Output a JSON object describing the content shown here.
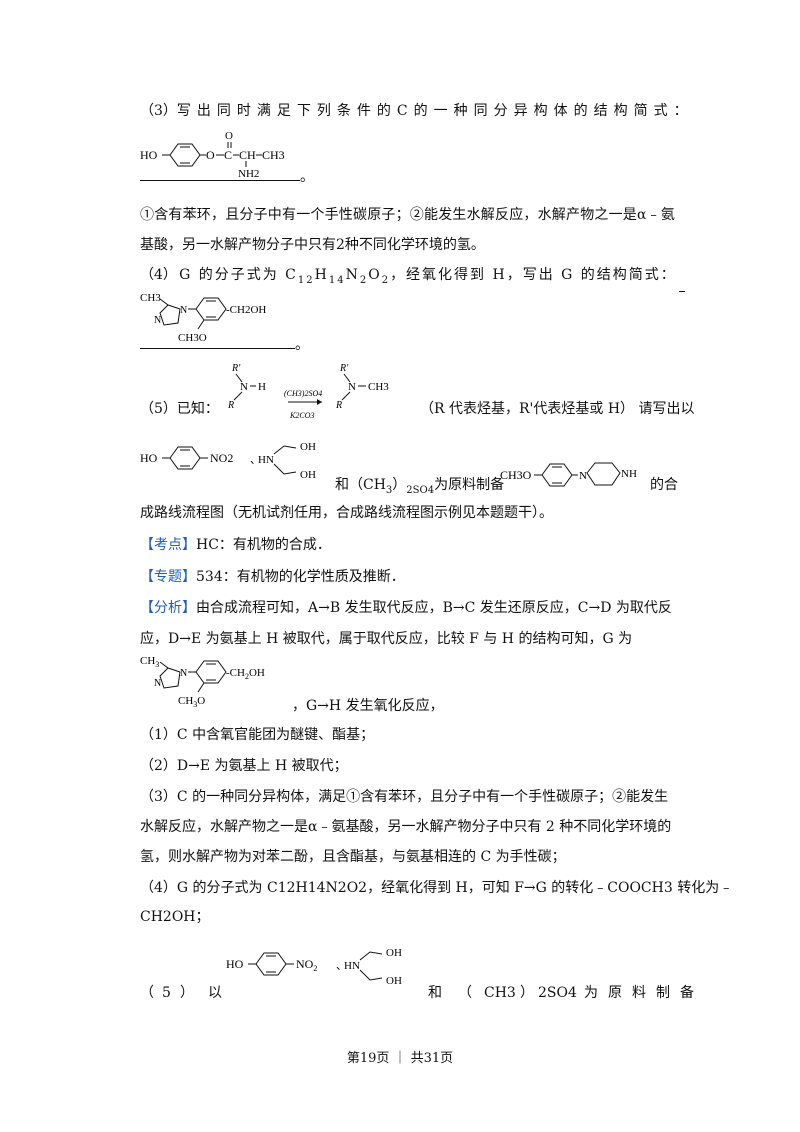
{
  "q3": {
    "num": "（3）",
    "text": "写出同时满足下列条件的C的一种同分异构体的结构简式：",
    "blank_end": "。",
    "mol_labels": [
      "HO",
      "O",
      "C",
      "CH",
      "CH3",
      "NH2"
    ]
  },
  "conditions": {
    "line1_a": "①含有苯环，且分子中有一个手性碳原子；②能发生水解反应，水解产物之一是α﹣氨",
    "line2": "基酸，另一水解产物分子中只有2种不同化学环境的氢。"
  },
  "q4": {
    "num": "（4）",
    "text_a": "G 的分子式为 C",
    "sub1": "12",
    "text_b": "H",
    "sub2": "14",
    "text_c": "N",
    "sub3": "2",
    "text_d": "O",
    "sub4": "2",
    "text_e": "，经氧化得到 H，写出 G 的结构简式：",
    "blank_end": "。",
    "mol_labels": [
      "CH3",
      "N",
      "N",
      "-CH2OH",
      "CH3O"
    ]
  },
  "q5": {
    "text_a": "（5）已知：",
    "reaction_reagent_top": "(CH3)2SO4",
    "reaction_reagent_bottom": "K2CO3",
    "reaction_labels": [
      "R'",
      "N",
      "H",
      "R",
      "R'",
      "N",
      "CH3",
      "R"
    ],
    "note": "（R 代表烃基，R'代表烃基或 H）  请写出以",
    "and_text": "和（CH",
    "and_text_b": "）",
    "and_text_c": "2SO",
    "and_sub": "4",
    "and_text_d": "为原料制备",
    "he": "的合",
    "line_end": "成路线流程图（无机试剂任用，合成路线流程图示例见本题题干）。",
    "reactant1_labels": [
      "HO",
      "NO2"
    ],
    "reactant2_labels": [
      "HN",
      "OH",
      "OH"
    ],
    "product_labels": [
      "CH3O",
      "N",
      "NH"
    ]
  },
  "kaodian": {
    "tag": "【考点】",
    "text": "HC：有机物的合成．"
  },
  "zhuanti": {
    "tag": "【专题】",
    "text": "534：有机物的化学性质及推断．"
  },
  "fenxi": {
    "tag": "【分析】",
    "l1": "由合成流程可知，A→B 发生取代反应，B→C 发生还原反应，C→D 为取代反",
    "l2": "应，D→E 为氨基上 H 被取代，属于取代反应，比较 F 与 H 的结构可知，G 为",
    "l3": "，G→H 发生氧化反应，",
    "p1": "（1）C 中含氧官能团为醚键、酯基；",
    "p2": "（2）D→E 为氨基上 H 被取代；",
    "p3a": "（3）C 的一种同分异构体，满足①含有苯环，且分子中有一个手性碳原子；②能发生",
    "p3b": "水解反应，水解产物之一是α﹣氨基酸，另一水解产物分子中只有 2 种不同化学环境的",
    "p3c": "氢，则水解产物为对苯二酚，且含酯基，与氨基相连的 C 为手性碳；",
    "p4a": "（4）G 的分子式为 C12H14N2O2，经氧化得到 H，可知 F→G 的转化﹣COOCH3 转化为﹣",
    "p4b": "CH2OH；",
    "p5_chars": [
      "（",
      "5",
      "）",
      "以",
      "和",
      "（",
      "CH3",
      "）",
      "2SO4",
      "为",
      "原",
      "料",
      "制",
      "备"
    ]
  },
  "footer": "第19页 ｜ 共31页"
}
